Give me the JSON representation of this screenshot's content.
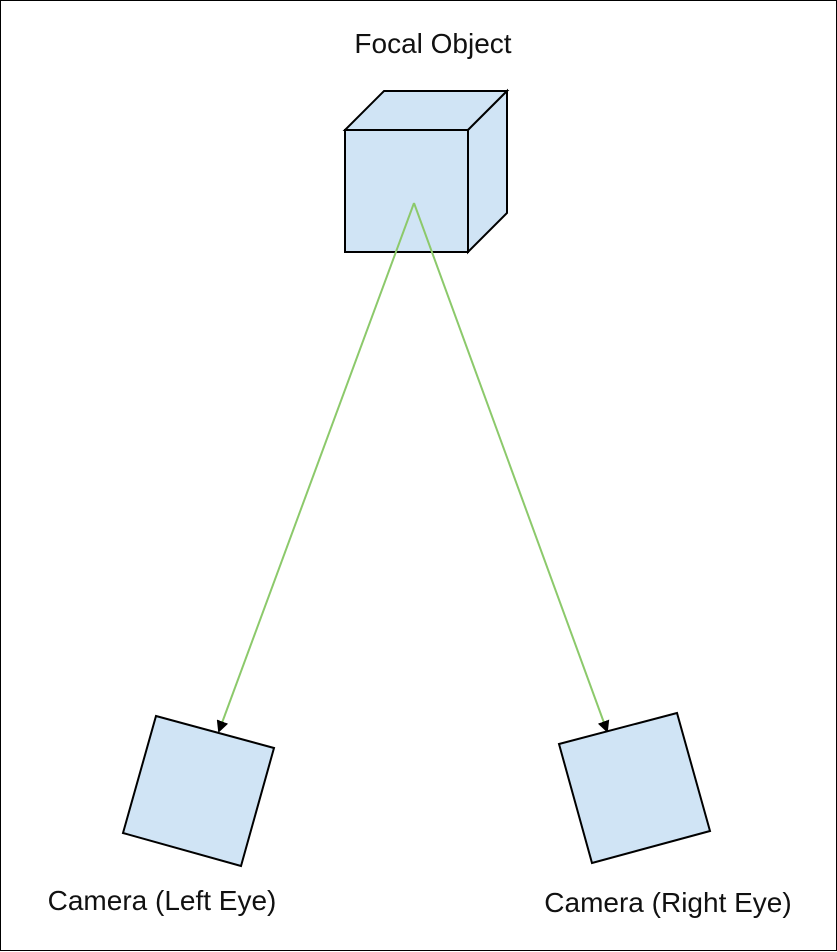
{
  "labels": {
    "focal_object": "Focal Object",
    "camera_left": "Camera (Left Eye)",
    "camera_right": "Camera (Right Eye)"
  },
  "colors": {
    "shape_fill": "#d0e4f5",
    "shape_stroke": "#000000",
    "ray_stroke": "#8cc96b",
    "arrow_fill": "#000000",
    "frame_border": "#000000",
    "text": "#111111"
  }
}
